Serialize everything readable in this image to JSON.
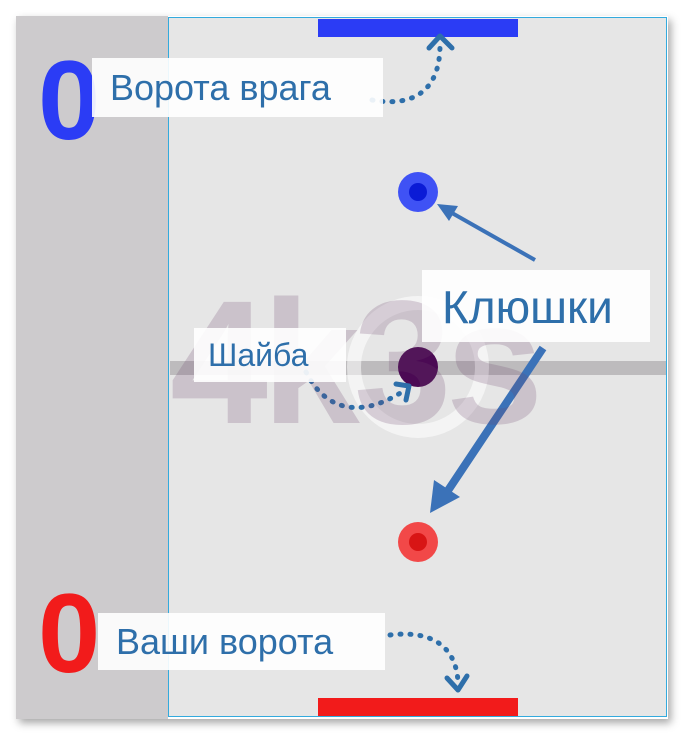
{
  "score": {
    "enemy": "0",
    "player": "0"
  },
  "labels": {
    "enemy_goal": "Ворота врага",
    "own_goal": "Ваши ворота",
    "puck": "Шайба",
    "sticks": "Клюшки"
  },
  "watermark": "4k3s",
  "colors": {
    "enemy": "#2b3cf5",
    "player": "#f21b1b",
    "puck": "#4b0a54",
    "annotation": "#2e6faa",
    "field": "#e6e6e6",
    "field_border": "#33aadd",
    "sidebar": "#cdcbcd"
  }
}
